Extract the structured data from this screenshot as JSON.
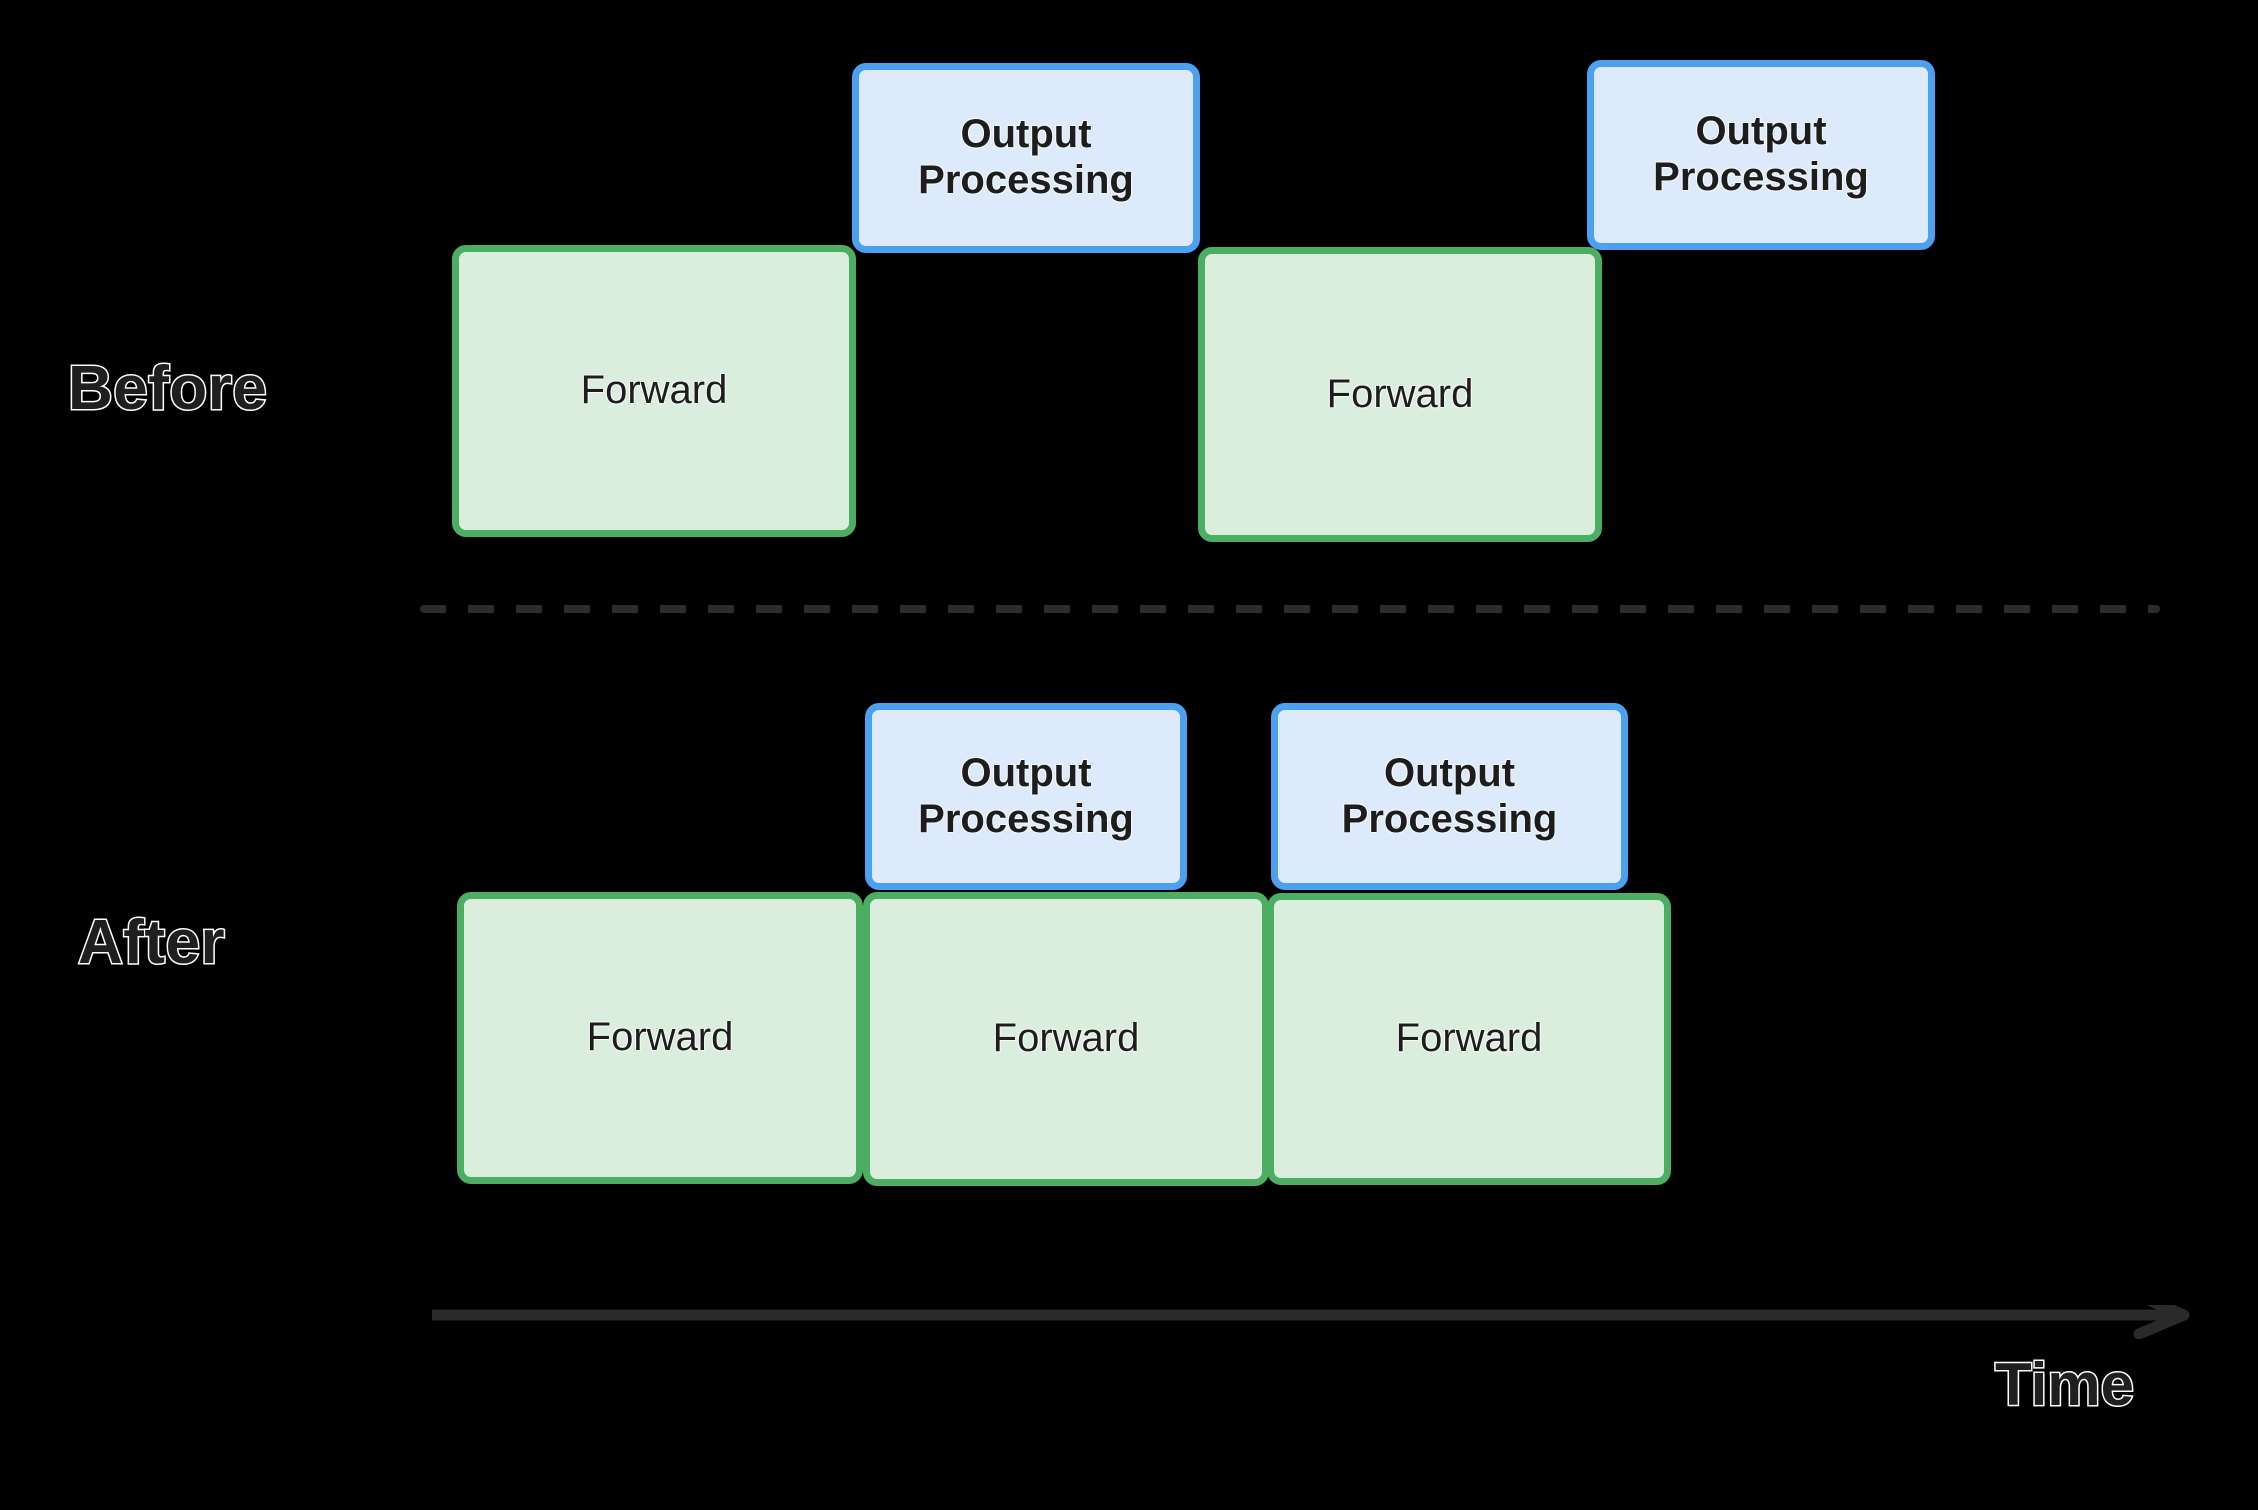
{
  "diagram": {
    "title": "Before / After output-processing overlap timeline",
    "background_color": "#000000",
    "axis": {
      "label": "Time",
      "direction": "left-to-right",
      "color": "#2a2a2a"
    },
    "divider": {
      "style": "dashed",
      "color": "#2b2b2b"
    },
    "legend_colors": {
      "forward_fill": "#dbeede",
      "forward_border": "#4cae62",
      "output_fill": "#dceafb",
      "output_border": "#4ba1f0",
      "label_text": "#1f1f1f",
      "label_outline": "#ffffff"
    }
  },
  "rows": [
    {
      "id": "before",
      "label": "Before",
      "blocks": [
        {
          "kind": "output",
          "line1": "Output",
          "line2": "Processing"
        },
        {
          "kind": "forward",
          "line1": "Forward"
        },
        {
          "kind": "output",
          "line1": "Output",
          "line2": "Processing"
        },
        {
          "kind": "forward",
          "line1": "Forward"
        }
      ]
    },
    {
      "id": "after",
      "label": "After",
      "blocks": [
        {
          "kind": "output",
          "line1": "Output",
          "line2": "Processing"
        },
        {
          "kind": "output",
          "line1": "Output",
          "line2": "Processing"
        },
        {
          "kind": "forward",
          "line1": "Forward"
        },
        {
          "kind": "forward",
          "line1": "Forward"
        },
        {
          "kind": "forward",
          "line1": "Forward"
        }
      ]
    }
  ],
  "before": {
    "label": "Before",
    "output_1": {
      "line1": "Output",
      "line2": "Processing"
    },
    "output_2": {
      "line1": "Output",
      "line2": "Processing"
    },
    "forward_1": {
      "line1": "Forward"
    },
    "forward_2": {
      "line1": "Forward"
    }
  },
  "after": {
    "label": "After",
    "output_1": {
      "line1": "Output",
      "line2": "Processing"
    },
    "output_2": {
      "line1": "Output",
      "line2": "Processing"
    },
    "forward_1": {
      "line1": "Forward"
    },
    "forward_2": {
      "line1": "Forward"
    },
    "forward_3": {
      "line1": "Forward"
    }
  },
  "axis": {
    "label": "Time"
  }
}
